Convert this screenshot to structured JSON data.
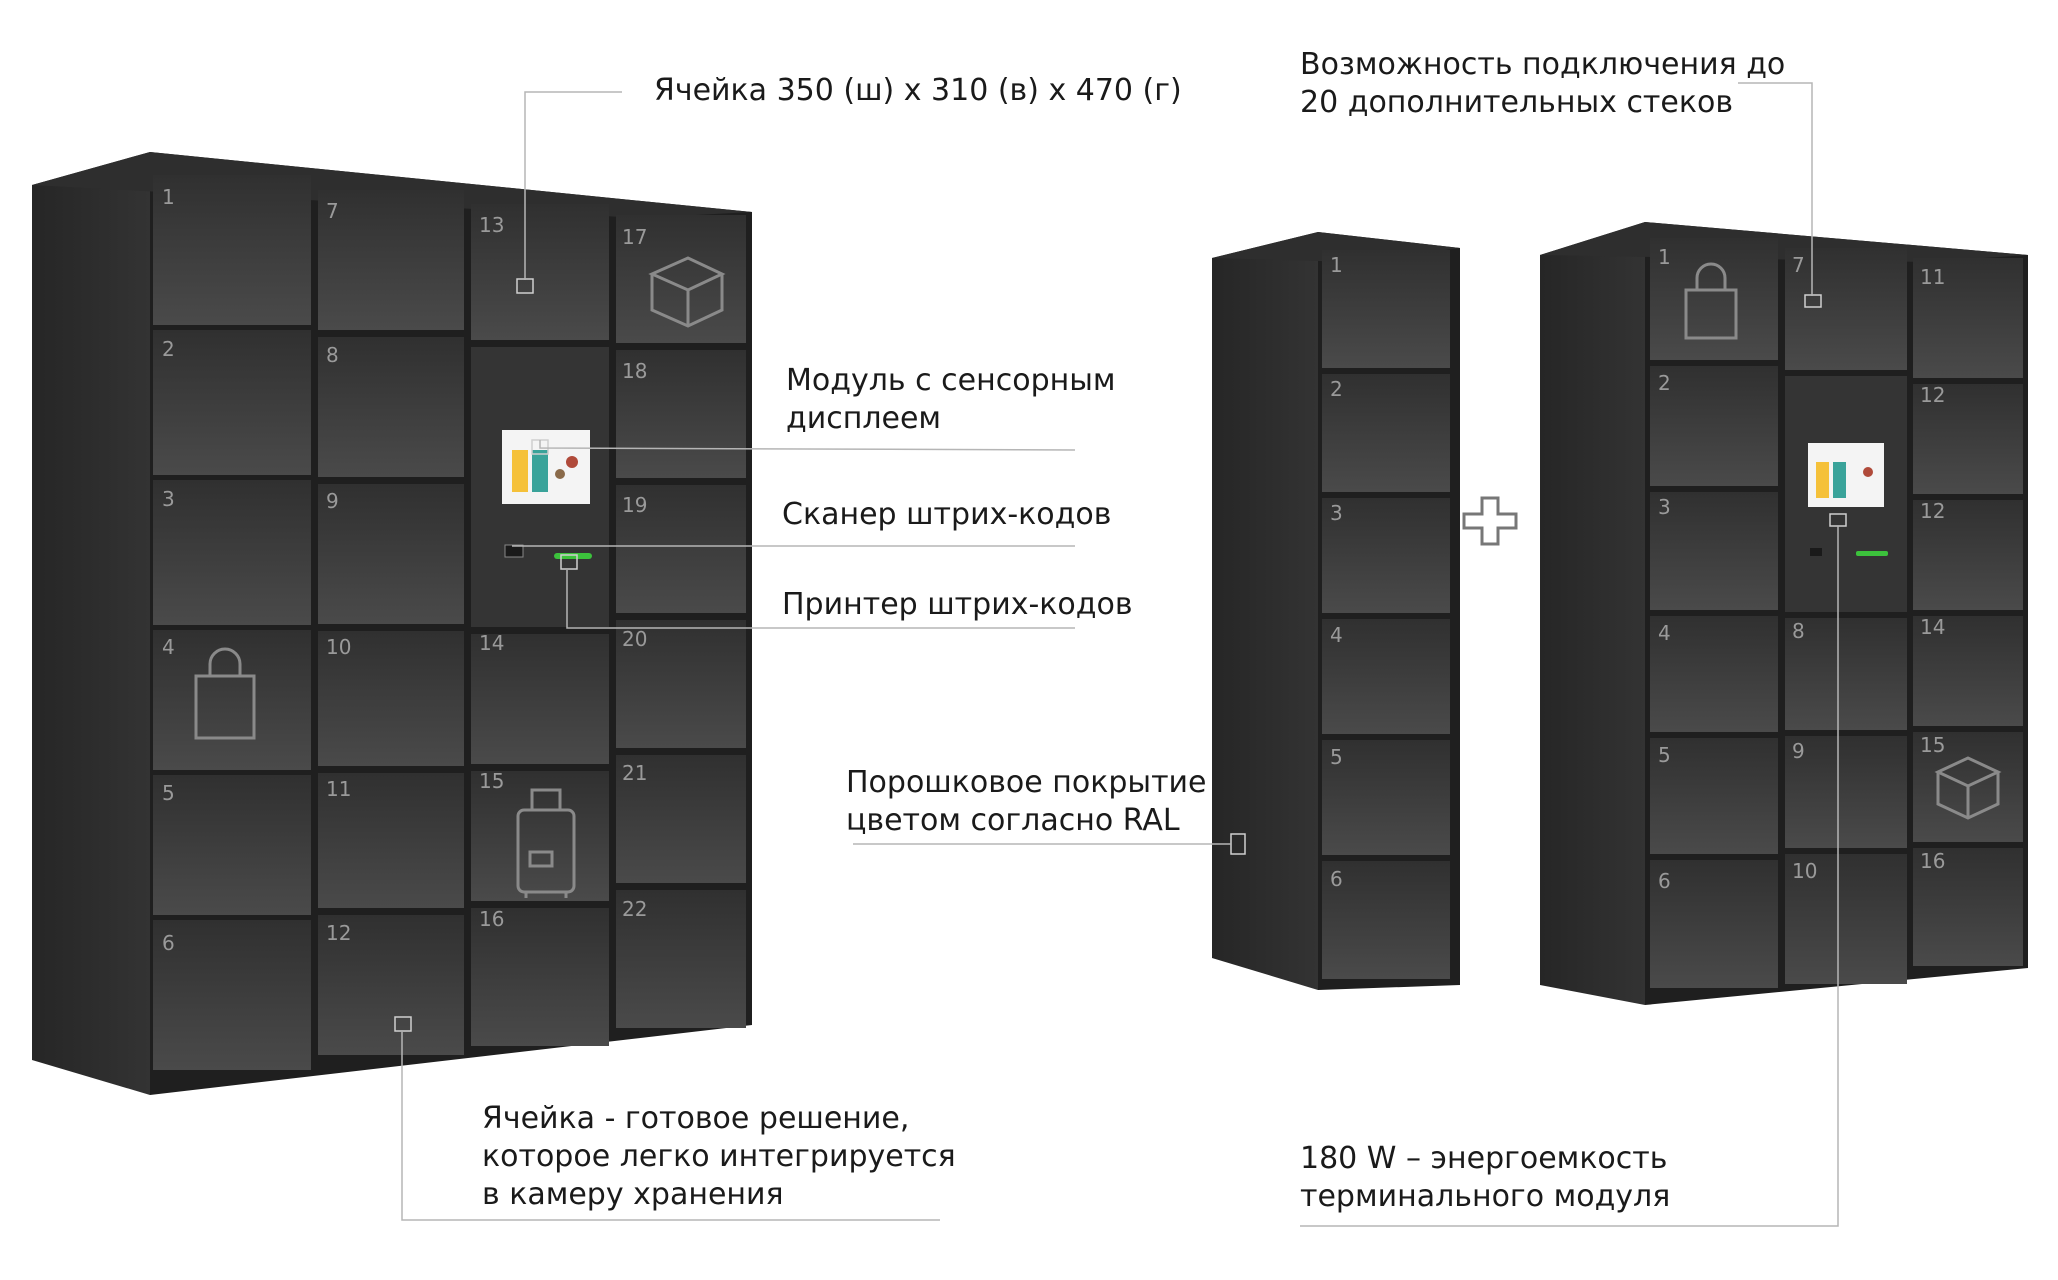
{
  "callouts": {
    "cell_size": [
      "Ячейка 350 (ш) х 310 (в) х 470 (г)"
    ],
    "connect": [
      "Возможность подключения до",
      "20 дополнительных стеков"
    ],
    "touch_module": [
      "Модуль с сенсорным",
      "дисплеем"
    ],
    "scanner": [
      "Сканер штрих-кодов"
    ],
    "printer": [
      "Принтер штрих-кодов"
    ],
    "powder": [
      "Порошковое покрытие",
      "цветом согласно RAL"
    ],
    "ready_cell": [
      "Ячейка - готовое решение,",
      "которое легко интегрируется",
      "в камеру хранения"
    ],
    "power": [
      "180 W – энергоемкость",
      "терминального модуля"
    ]
  },
  "lockers": {
    "left": {
      "col1": [
        "1",
        "2",
        "3",
        "4",
        "5",
        "6"
      ],
      "col2": [
        "7",
        "8",
        "9",
        "10",
        "11",
        "12"
      ],
      "col3": [
        "13",
        "14",
        "15",
        "16"
      ],
      "col4": [
        "17",
        "18",
        "19",
        "20",
        "21",
        "22"
      ]
    },
    "middle": {
      "col1": [
        "1",
        "2",
        "3",
        "4",
        "5",
        "6"
      ]
    },
    "right": {
      "col1": [
        "1",
        "2",
        "3",
        "4",
        "5",
        "6"
      ],
      "col2": [
        "7",
        "8",
        "9",
        "10"
      ],
      "col3": [
        "11",
        "12",
        "12",
        "14",
        "15",
        "16"
      ]
    }
  },
  "icons": [
    "bag-icon",
    "box-icon",
    "suitcase-icon",
    "plus-icon"
  ],
  "colors": {
    "cabinet": "#2b2b2b",
    "door": "#3a3a3a",
    "door_dark": "#2f2f2f",
    "scanner_green": "#3cc23c",
    "line": "#b5b5b5"
  }
}
